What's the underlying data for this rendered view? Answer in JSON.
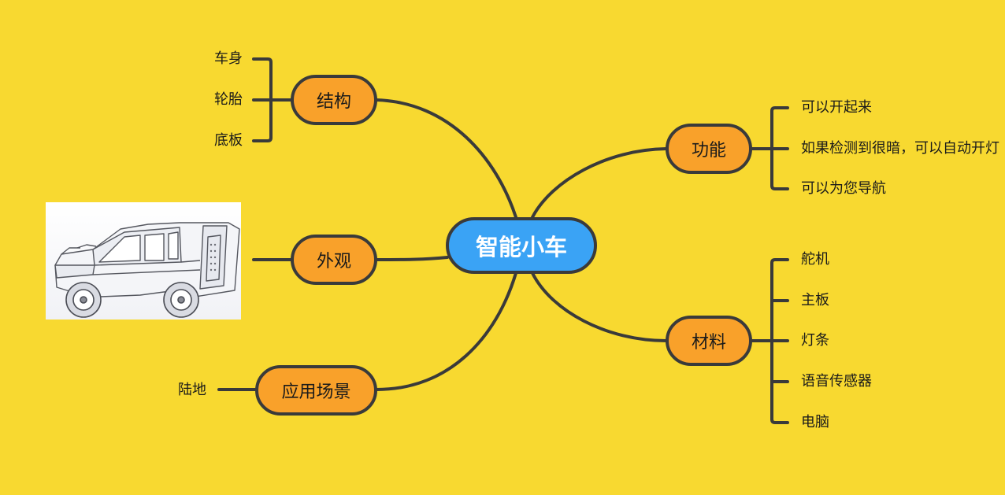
{
  "center": {
    "label": "智能小车"
  },
  "branches": {
    "structure": {
      "label": "结构",
      "items": [
        "车身",
        "轮胎",
        "底板"
      ]
    },
    "appearance": {
      "label": "外观"
    },
    "scenario": {
      "label": "应用场景",
      "items": [
        "陆地"
      ]
    },
    "function": {
      "label": "功能",
      "items": [
        "可以开起来",
        "如果检测到很暗，可以自动开灯",
        "可以为您导航"
      ]
    },
    "material": {
      "label": "材料",
      "items": [
        "舵机",
        "主板",
        "灯条",
        "语音传感器",
        "电脑"
      ]
    }
  },
  "colors": {
    "background": "#F8D930",
    "branch_fill": "#F9A12A",
    "center_fill": "#3AA3F5",
    "line": "#3a3a3a"
  },
  "image": {
    "subject": "3D wireframe model of a small SUV car"
  }
}
